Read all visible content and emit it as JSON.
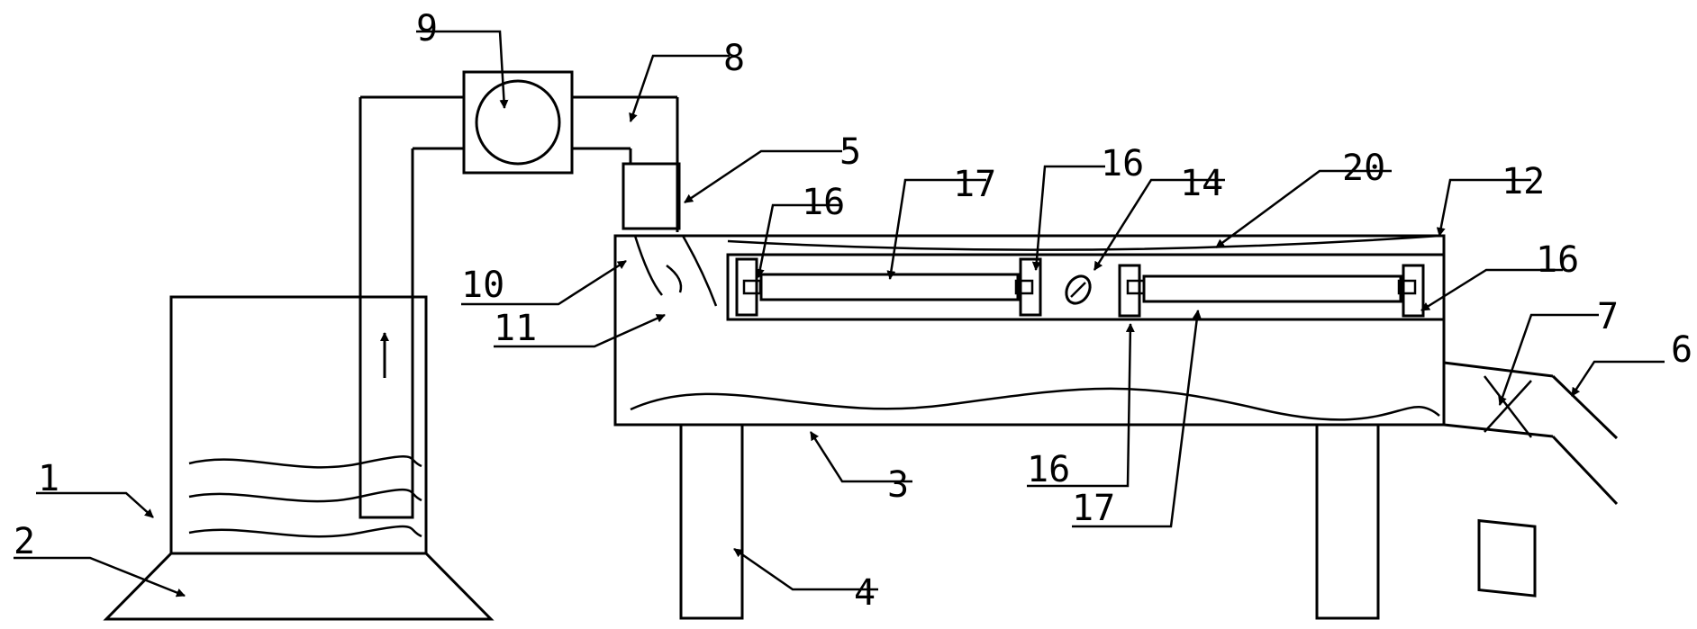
{
  "labels": {
    "l1": "1",
    "l2": "2",
    "l3": "3",
    "l4": "4",
    "l5": "5",
    "l6": "6",
    "l7": "7",
    "l8": "8",
    "l9": "9",
    "l10": "10",
    "l11": "11",
    "l12": "12",
    "l14": "14",
    "l16a": "16",
    "l16b": "16",
    "l16c": "16",
    "l16d": "16",
    "l17a": "17",
    "l17b": "17",
    "l20": "20"
  },
  "colors": {
    "stroke": "#000000",
    "background": "#ffffff"
  }
}
